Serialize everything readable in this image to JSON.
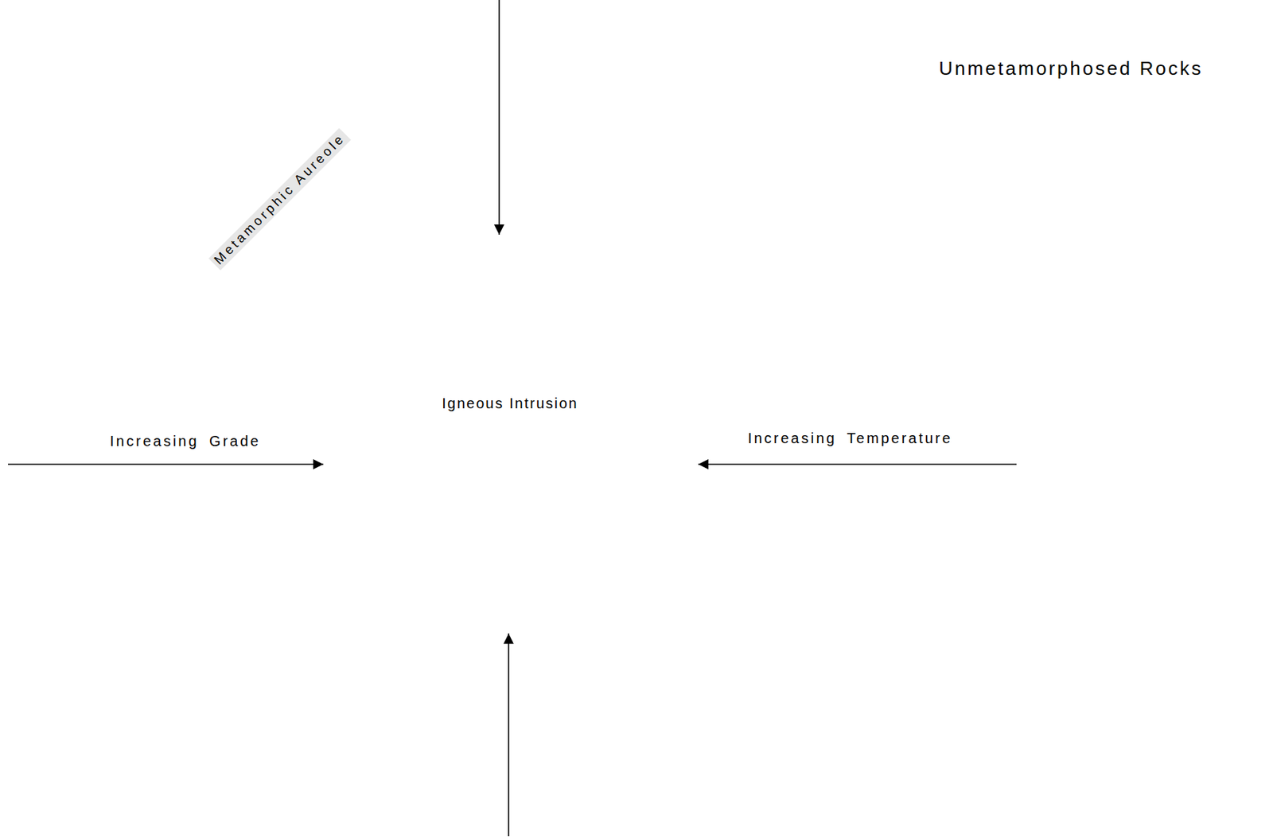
{
  "diagram": {
    "nodes": [
      {
        "text": [
          "Metamorphic Aureole"
        ]
      },
      {
        "text": [
          "Igneous Intrusion"
        ],
        "in": 0
      }
    ],
    "edges": [
      {
        "from": 0,
        "to": 1,
        "arrow": "to"
      },
      {
        "from": 0,
        "to": 1,
        "arrow": "to",
        "label": "Increasing Grade"
      },
      {
        "from": 0,
        "to": 1,
        "arrow": "to",
        "label": "Increasing Temperature"
      },
      {
        "from": 0,
        "to": 1,
        "arrow": "to"
      }
    ],
    "labels": [
      "Unmetamorphosed Rocks"
    ]
  }
}
